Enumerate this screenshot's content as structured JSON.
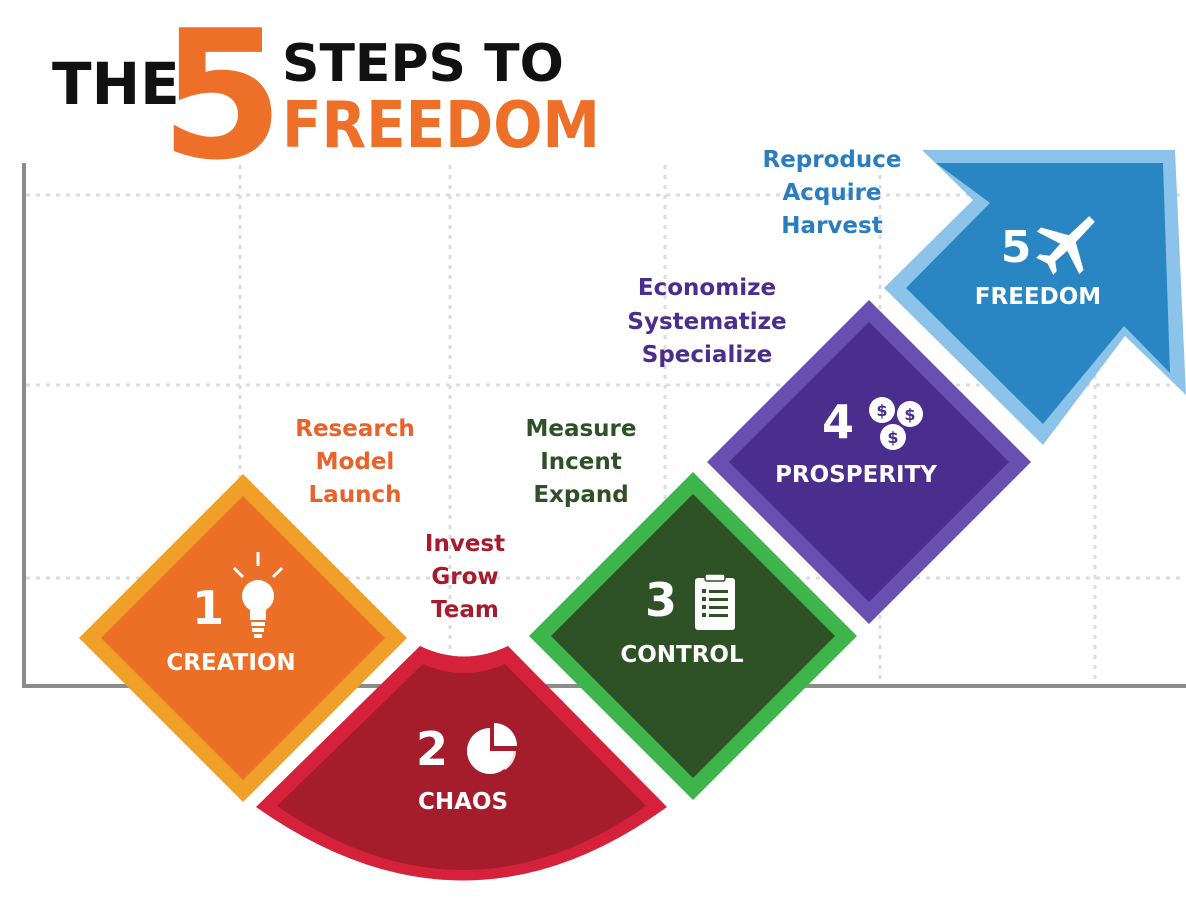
{
  "title": {
    "part1": "THE",
    "number": "5",
    "part2": "STEPS TO",
    "part3": "FREEDOM"
  },
  "colors": {
    "title_dark": "#111111",
    "title_orange": "#ee6f27",
    "creation_outer": "#f0a028",
    "creation_inner": "#ec6f27",
    "chaos_outer": "#d6213a",
    "chaos_inner": "#a51c2d",
    "control_outer": "#3db54a",
    "control_inner": "#2f5126",
    "prosperity_outer": "#6a4fb3",
    "prosperity_inner": "#4a2d8c",
    "freedom_outer": "#8cc3ea",
    "freedom_inner": "#2a86c3",
    "creation_text": "#e8622a",
    "chaos_text": "#a51c2d",
    "control_text": "#2f5126",
    "prosperity_text": "#4a2d8c",
    "freedom_text": "#2a7dbe"
  },
  "steps": [
    {
      "number": "1",
      "label": "CREATION",
      "icon": "lightbulb-icon",
      "actions": [
        "Research",
        "Model",
        "Launch"
      ]
    },
    {
      "number": "2",
      "label": "CHAOS",
      "icon": "pie-chart-icon",
      "actions": [
        "Invest",
        "Grow",
        "Team"
      ]
    },
    {
      "number": "3",
      "label": "CONTROL",
      "icon": "checklist-icon",
      "actions": [
        "Measure",
        "Incent",
        "Expand"
      ]
    },
    {
      "number": "4",
      "label": "PROSPERITY",
      "icon": "coins-icon",
      "actions": [
        "Economize",
        "Systematize",
        "Specialize"
      ]
    },
    {
      "number": "5",
      "label": "FREEDOM",
      "icon": "airplane-icon",
      "actions": [
        "Reproduce",
        "Acquire",
        "Harvest"
      ]
    }
  ]
}
